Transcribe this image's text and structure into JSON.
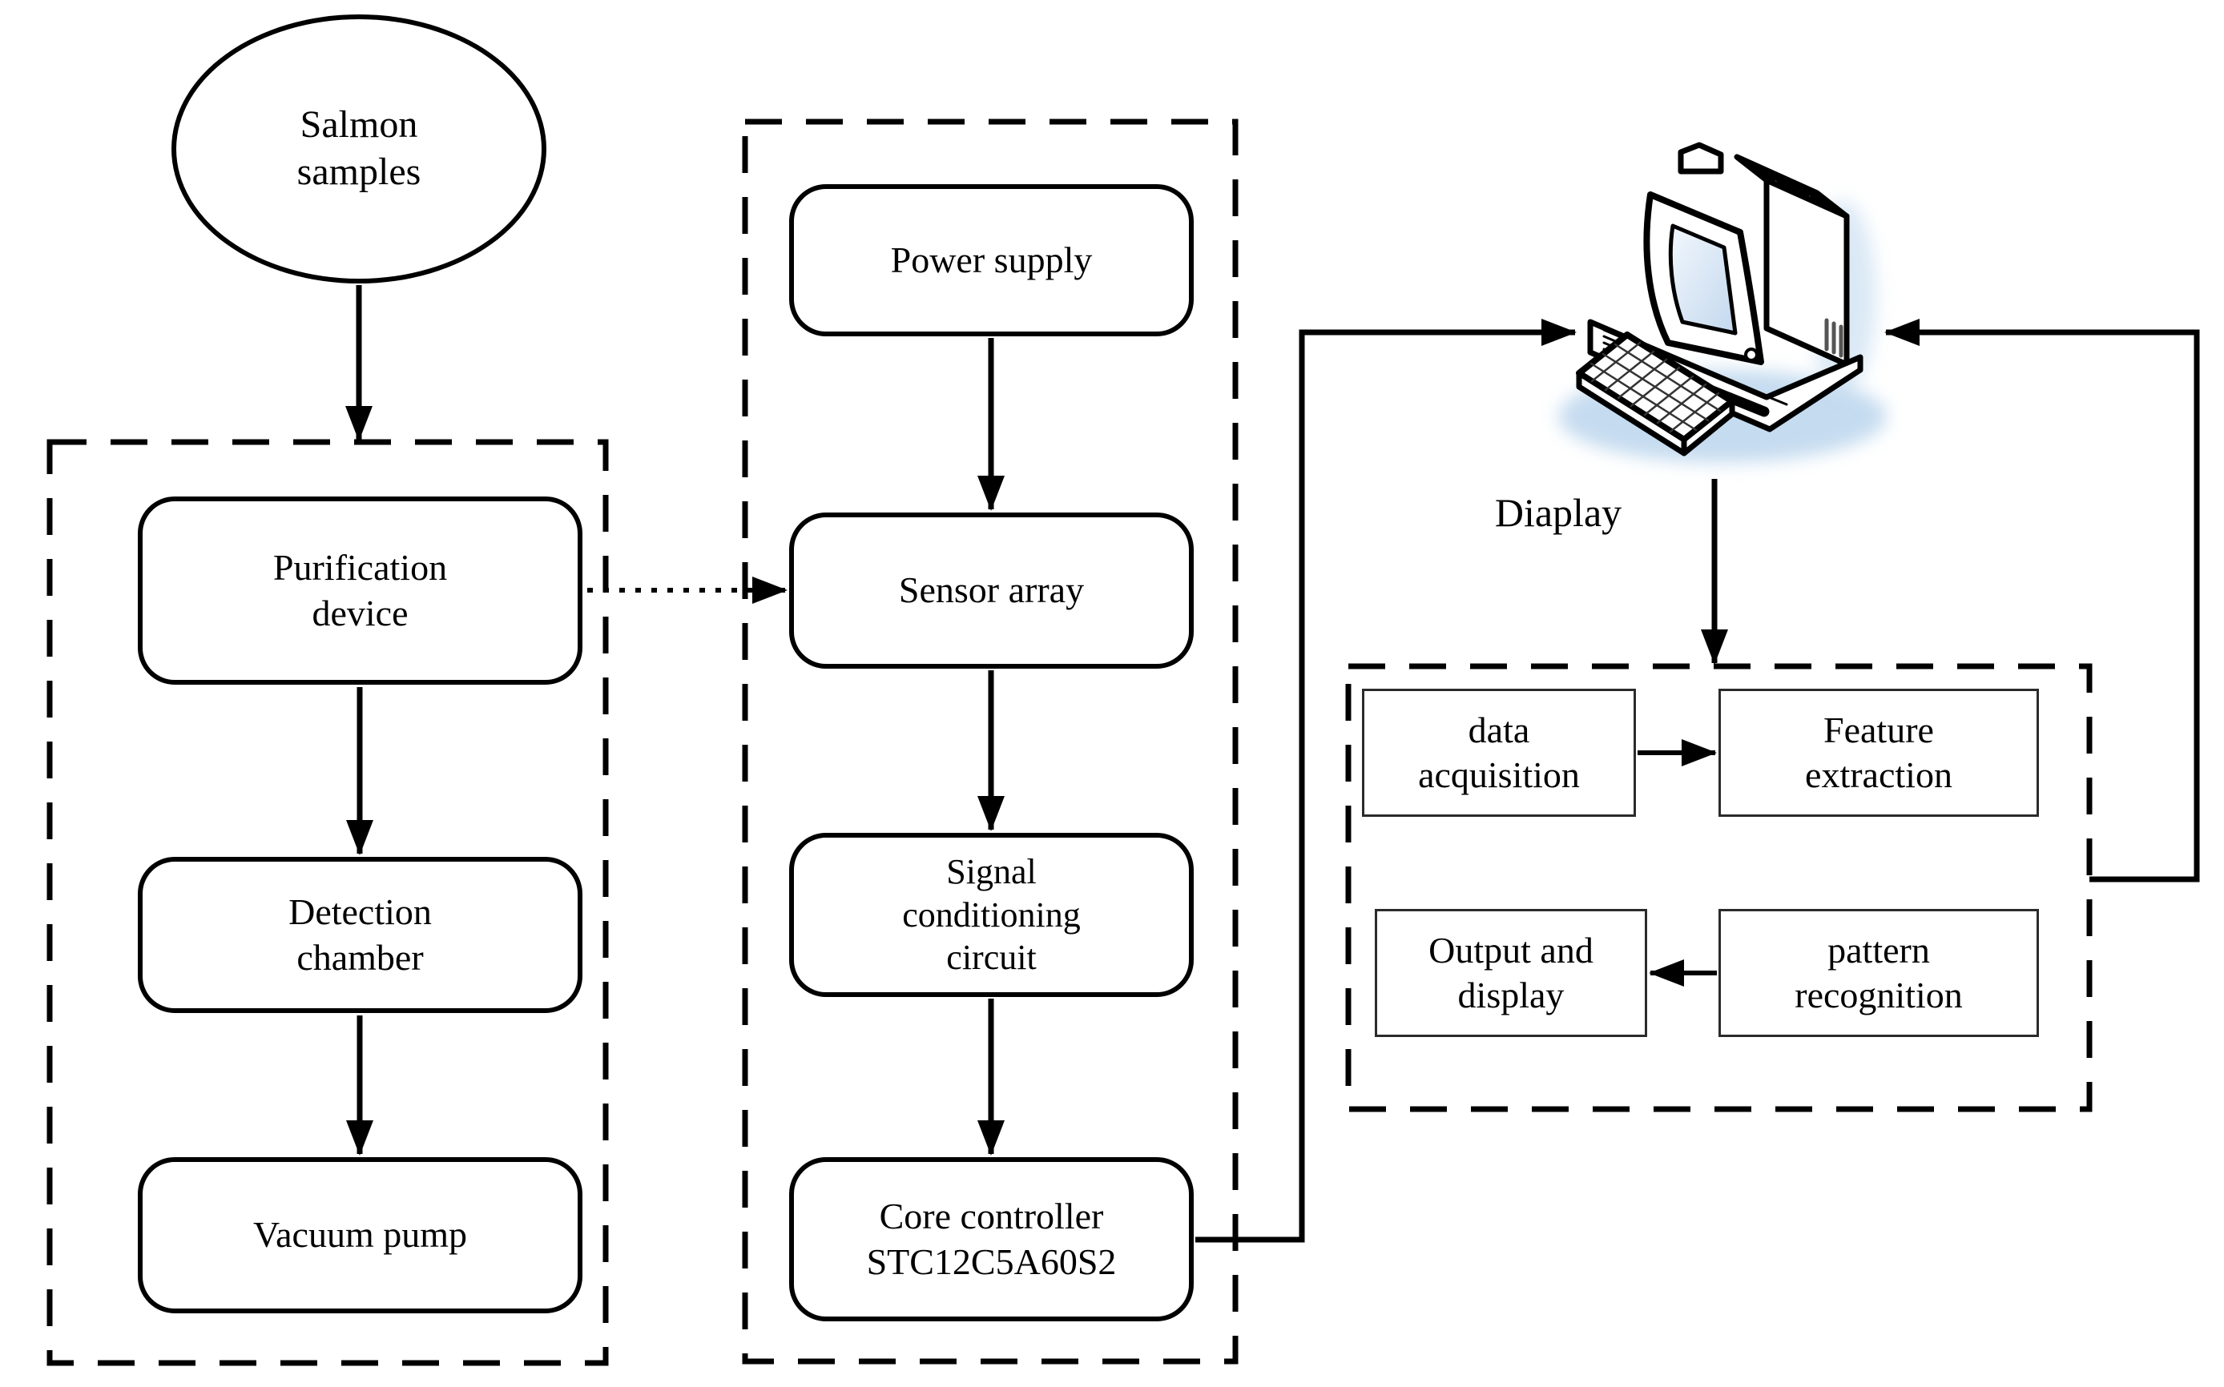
{
  "colors": {
    "ink": "#000000",
    "screen_fill": "#cfe0f2",
    "screen_hilite": "#f2f7fd",
    "glow": "#b7d3ec",
    "box_bg": "#ffffff"
  },
  "nodes": {
    "salmon": {
      "label": "Salmon\nsamples"
    },
    "purification": {
      "label": "Purification\ndevice"
    },
    "detection": {
      "label": "Detection\nchamber"
    },
    "vacuum": {
      "label": "Vacuum pump"
    },
    "power": {
      "label": "Power supply"
    },
    "sensor": {
      "label": "Sensor array"
    },
    "signal": {
      "label": "Signal\nconditioning\ncircuit"
    },
    "core": {
      "label": "Core controller\nSTC12C5A60S2"
    },
    "data_acquisition": {
      "label": "data\nacquisition"
    },
    "feature_extraction": {
      "label": "Feature\nextraction"
    },
    "output_display": {
      "label": "Output and\ndisplay"
    },
    "pattern_recognition": {
      "label": "pattern\nrecognition"
    },
    "display_caption": {
      "label": "Diaplay"
    }
  },
  "icons": {
    "computer": "desktop-computer-icon"
  }
}
